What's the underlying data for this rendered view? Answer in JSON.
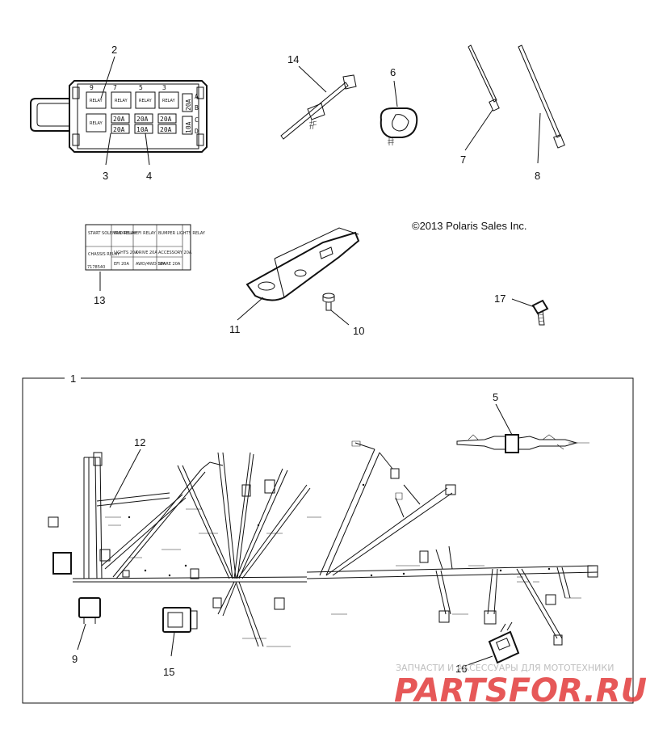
{
  "copyright": "©2013 Polaris Sales Inc.",
  "callouts": {
    "c1": "1",
    "c2": "2",
    "c3": "3",
    "c4": "4",
    "c5": "5",
    "c6": "6",
    "c7": "7",
    "c8": "8",
    "c9": "9",
    "c10": "10",
    "c11": "11",
    "c12": "12",
    "c13": "13",
    "c14": "14",
    "c15": "15",
    "c16": "16",
    "c17": "17"
  },
  "fuse_box": {
    "top_numbers": [
      "9",
      "7",
      "5",
      "3"
    ],
    "side_letters": [
      "A",
      "B",
      "C",
      "D"
    ],
    "relay_label": "RELAY",
    "fuses_row1": [
      "20A",
      "20A",
      "20A"
    ],
    "fuses_row2": [
      "20A",
      "10A",
      "20A"
    ],
    "side_fuses": [
      "20A",
      "10A"
    ]
  },
  "decal": {
    "row1": [
      "START SOLENOID RELAY",
      "FAN RELAY",
      "EFI RELAY",
      "BUMPER LIGHTS RELAY"
    ],
    "row2": [
      "CHASSIS RELAY",
      "LIGHTS 20A",
      "DRIVE 20A",
      "ACCESSORY 20A"
    ],
    "row3": [
      "",
      "EFI 20A",
      "AWD/4WD 10A",
      "SPARE 20A"
    ],
    "part_no": "7178540"
  },
  "watermark": {
    "tagline": "ЗАПЧАСТИ И АКСЕССУАРЫ ДЛЯ МОТОТЕХНИКИ",
    "brand": "PARTSFOR.RU"
  }
}
